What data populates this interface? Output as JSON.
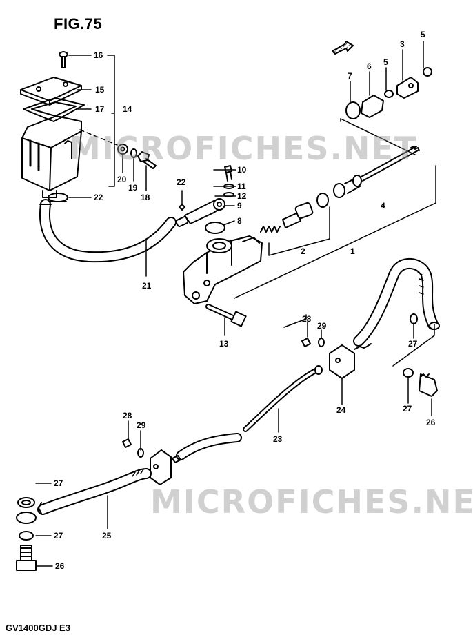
{
  "figure": {
    "title": "FIG.75",
    "model_code": "GV1400GDJ  E3",
    "watermark": "MICROFICHES.NET",
    "line_color": "#000000",
    "watermark_color": "#969696"
  },
  "callouts": [
    {
      "id": "c16",
      "label": "16"
    },
    {
      "id": "c15",
      "label": "15"
    },
    {
      "id": "c17",
      "label": "17"
    },
    {
      "id": "c14",
      "label": "14"
    },
    {
      "id": "c20",
      "label": "20"
    },
    {
      "id": "c19",
      "label": "19"
    },
    {
      "id": "c18",
      "label": "18"
    },
    {
      "id": "c22a",
      "label": "22"
    },
    {
      "id": "c22b",
      "label": "22"
    },
    {
      "id": "c10",
      "label": "10"
    },
    {
      "id": "c11",
      "label": "11"
    },
    {
      "id": "c12",
      "label": "12"
    },
    {
      "id": "c9",
      "label": "9"
    },
    {
      "id": "c8",
      "label": "8"
    },
    {
      "id": "c7",
      "label": "7"
    },
    {
      "id": "c6",
      "label": "6"
    },
    {
      "id": "c5a",
      "label": "5"
    },
    {
      "id": "c3",
      "label": "3"
    },
    {
      "id": "c5b",
      "label": "5"
    },
    {
      "id": "c4",
      "label": "4"
    },
    {
      "id": "c2",
      "label": "2"
    },
    {
      "id": "c1",
      "label": "1"
    },
    {
      "id": "c21",
      "label": "21"
    },
    {
      "id": "c13",
      "label": "13"
    },
    {
      "id": "c28a",
      "label": "28"
    },
    {
      "id": "c29a",
      "label": "29"
    },
    {
      "id": "c27a",
      "label": "27"
    },
    {
      "id": "c24",
      "label": "24"
    },
    {
      "id": "c27b",
      "label": "27"
    },
    {
      "id": "c26a",
      "label": "26"
    },
    {
      "id": "c23",
      "label": "23"
    },
    {
      "id": "c28b",
      "label": "28"
    },
    {
      "id": "c29b",
      "label": "29"
    },
    {
      "id": "c27c",
      "label": "27"
    },
    {
      "id": "c25",
      "label": "25"
    },
    {
      "id": "c27d",
      "label": "27"
    },
    {
      "id": "c26b",
      "label": "26"
    }
  ]
}
